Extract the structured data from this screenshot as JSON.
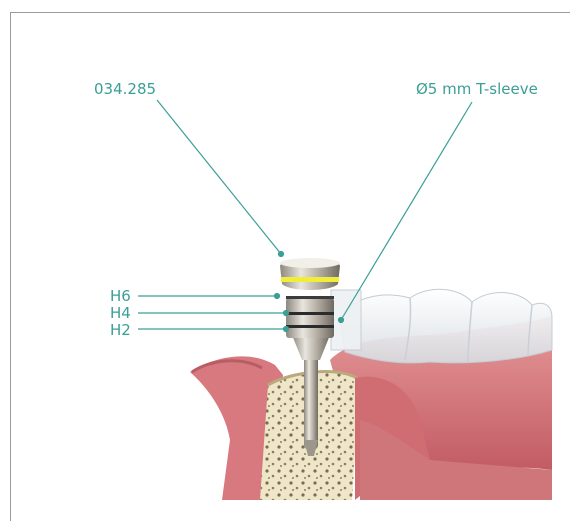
{
  "labels": {
    "part_number": "034.285",
    "sleeve": "Ø5 mm T-sleeve",
    "h6": "H6",
    "h4": "H4",
    "h2": "H2"
  },
  "colors": {
    "accent": "#3a9f96",
    "gum": "#d87f83",
    "bone": "#efe6c7",
    "metal": "#c9c4bb",
    "yellow_ring": "#f1ee3a"
  }
}
